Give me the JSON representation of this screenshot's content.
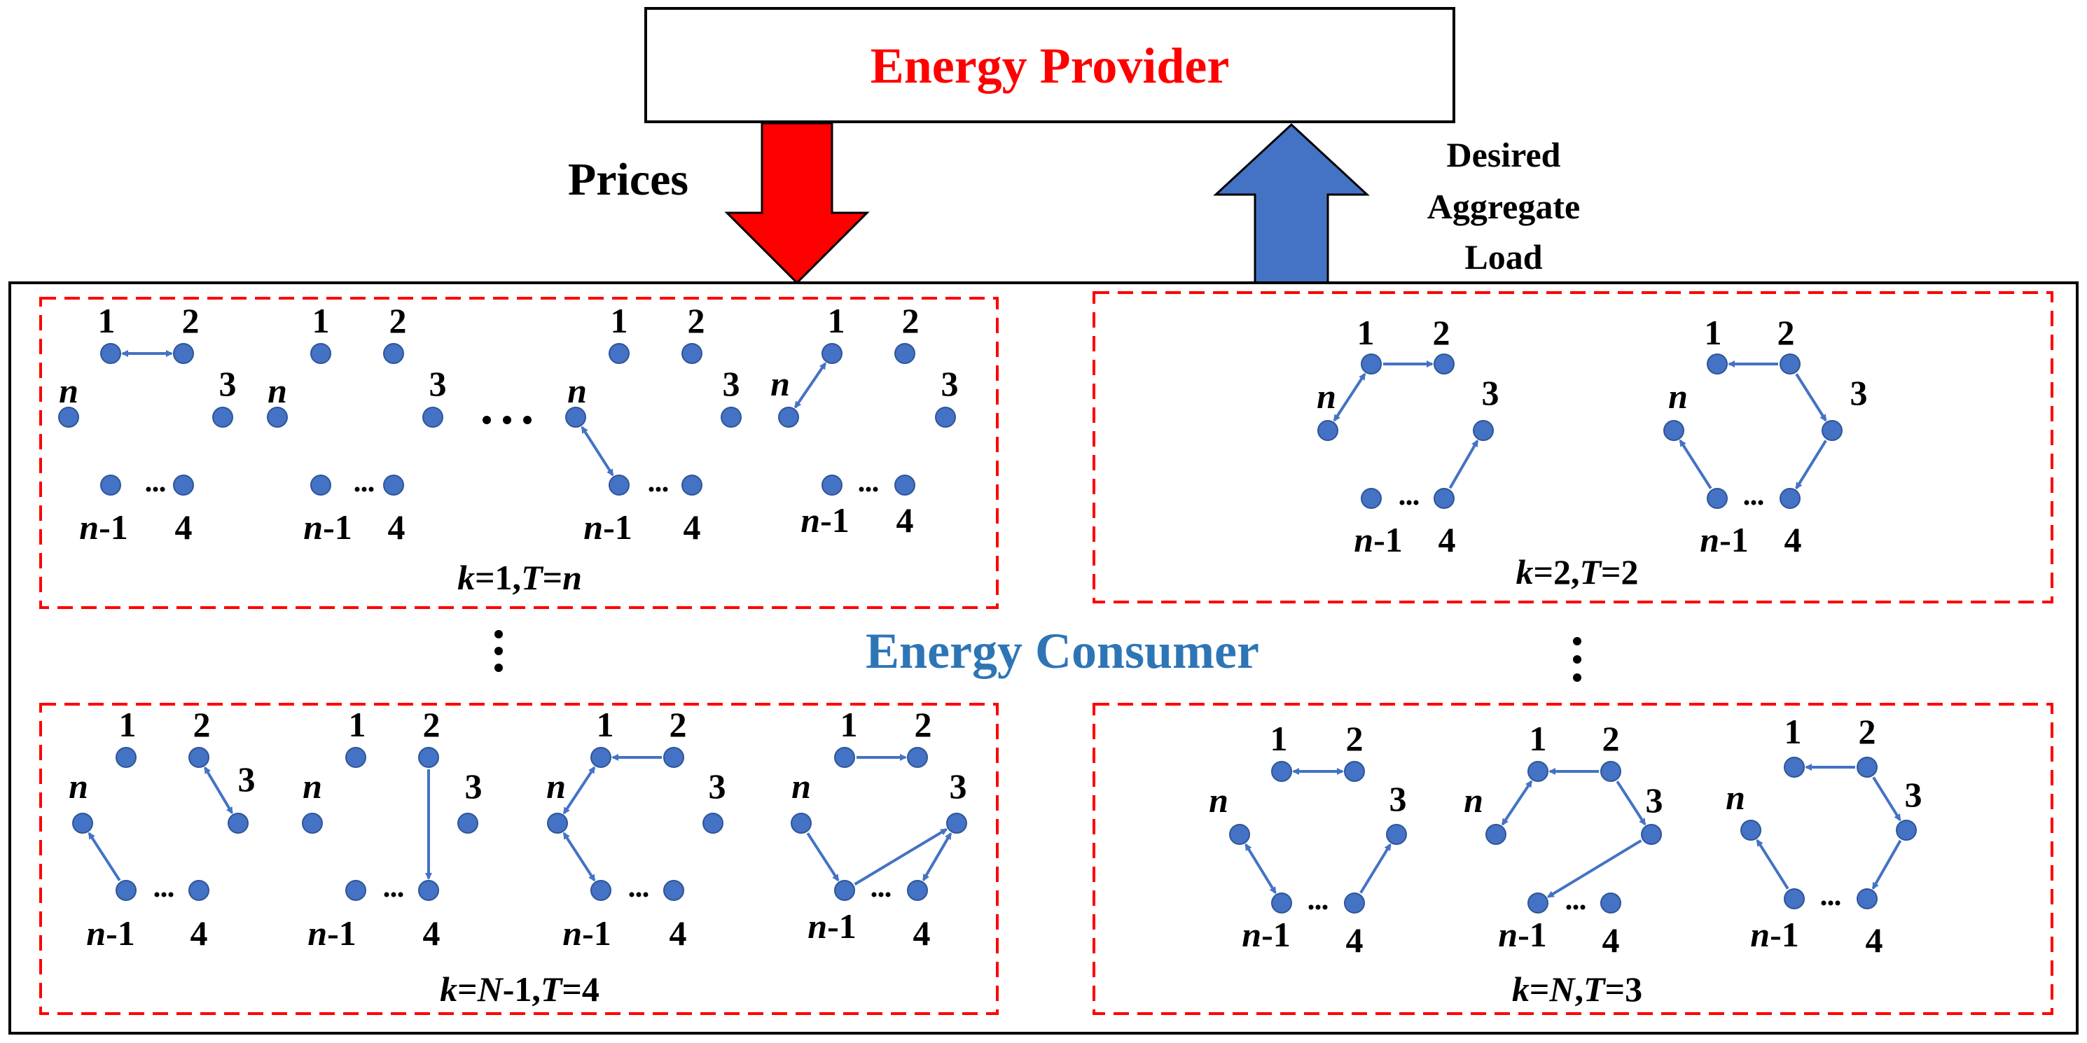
{
  "provider": {
    "label": "Energy Provider",
    "color": "#FF0000"
  },
  "consumer": {
    "label": "Energy Consumer",
    "color": "#2E75B6"
  },
  "arrows": {
    "prices": {
      "label": "Prices",
      "color": "#FF0000"
    },
    "desired": {
      "lines": [
        "Desired",
        "Aggregate",
        "Load"
      ],
      "color": "#4472C4"
    }
  },
  "node_color": "#4472C4",
  "dash_color": "#FF0000",
  "ellipsis": {
    "horizontal": "• • •",
    "vertical": "⋮"
  },
  "groups": [
    {
      "caption": [
        "k",
        "=1,",
        "T",
        "=",
        "n"
      ]
    },
    {
      "caption": [
        "k",
        "=2,",
        "T",
        "=2"
      ]
    },
    {
      "caption": [
        "k",
        "=",
        "N",
        "-1,",
        "T",
        "=4"
      ]
    },
    {
      "caption": [
        "k",
        "=",
        "N",
        ",",
        "T",
        "=3"
      ]
    }
  ]
}
